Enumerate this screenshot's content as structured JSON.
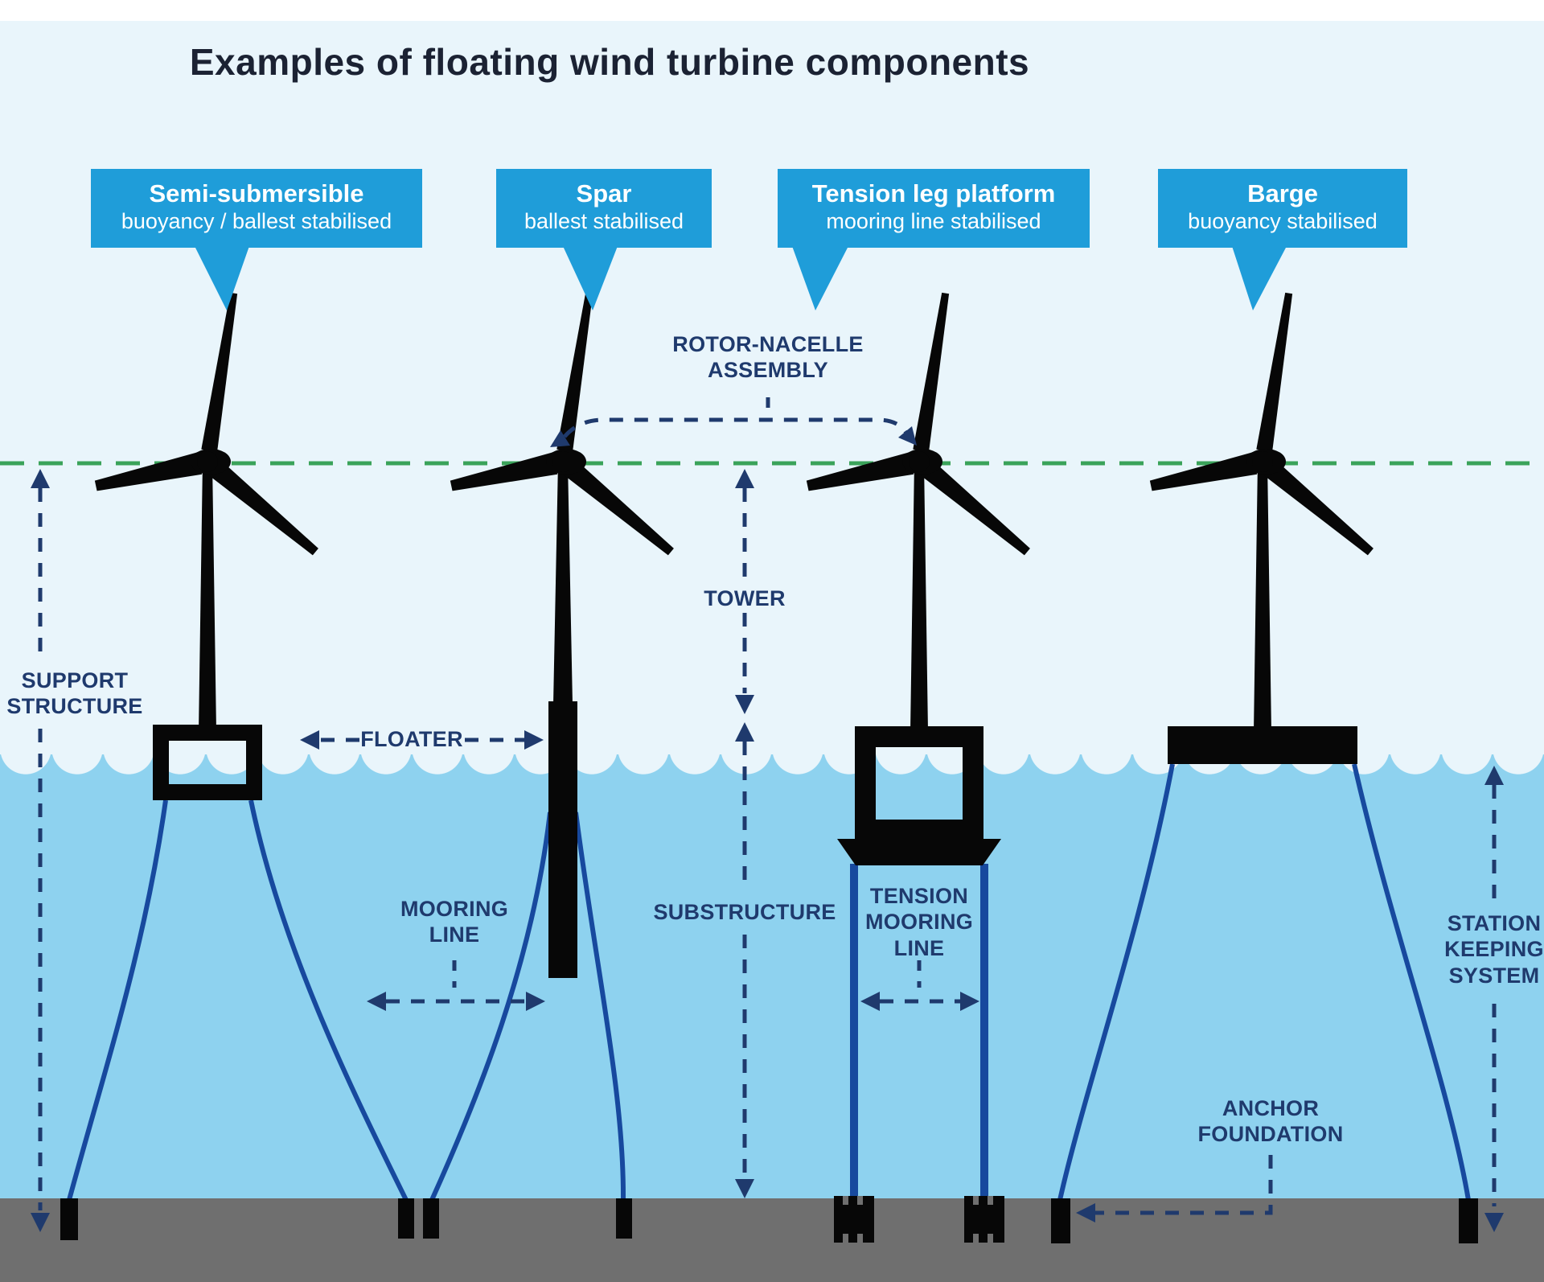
{
  "title": "Examples of floating wind turbine components",
  "callouts": [
    {
      "name": "Semi-submersible",
      "subtitle": "buoyancy / ballest stabilised"
    },
    {
      "name": "Spar",
      "subtitle": "ballest stabilised"
    },
    {
      "name": "Tension leg platform",
      "subtitle": "mooring line stabilised"
    },
    {
      "name": "Barge",
      "subtitle": "buoyancy stabilised"
    }
  ],
  "labels": {
    "rotor_nacelle_assembly": "ROTOR-NACELLE\nASSEMBLY",
    "tower": "TOWER",
    "support_structure": "SUPPORT\nSTRUCTURE",
    "floater": "FLOATER",
    "mooring_line": "MOORING\nLINE",
    "substructure": "SUBSTRUCTURE",
    "tension_mooring_line": "TENSION\nMOORING\nLINE",
    "station_keeping_system": "STATION\nKEEPING\nSYSTEM",
    "anchor_foundation": "ANCHOR\nFOUNDATION"
  },
  "colors": {
    "sky": "#e9f5fb",
    "water": "#8ed2ef",
    "seabed": "#6f6f6f",
    "accent": "#1f9dd9",
    "navy": "#1f3a6d",
    "mooring_blue": "#17499e",
    "hub_height_green": "#3aa35a",
    "structure_black": "#070707",
    "title_ink": "#1b2233"
  }
}
